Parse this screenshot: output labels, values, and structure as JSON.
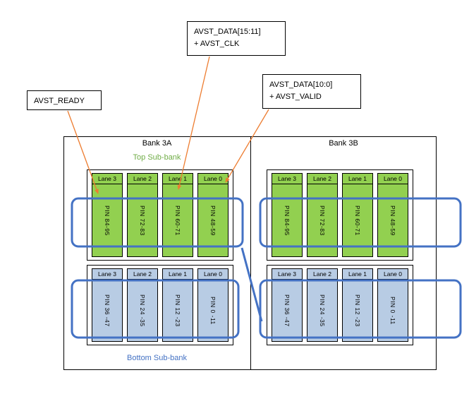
{
  "callouts": {
    "avst_data_hi": {
      "lines": [
        "AVST_DATA[15:11]",
        "+ AVST_CLK"
      ]
    },
    "avst_data_lo": {
      "lines": [
        "AVST_DATA[10:0]",
        "+ AVST_VALID"
      ]
    },
    "avst_ready": {
      "lines": [
        "AVST_READY"
      ]
    }
  },
  "banks": [
    {
      "name": "Bank 3A",
      "sub_bank_top_label": "Top Sub-bank",
      "sub_bank_bottom_label": "Bottom Sub-bank",
      "top_lanes": [
        {
          "name": "Lane 3",
          "pins": "PIN 84-95"
        },
        {
          "name": "Lane 2",
          "pins": "PIN 72-83"
        },
        {
          "name": "Lane 1",
          "pins": "PIN 60-71"
        },
        {
          "name": "Lane 0",
          "pins": "PIN 48-59"
        }
      ],
      "bottom_lanes": [
        {
          "name": "Lane 3",
          "pins": "PIN 36 -47"
        },
        {
          "name": "Lane 2",
          "pins": "PIN 24 -35"
        },
        {
          "name": "Lane 1",
          "pins": "PIN 12 -23"
        },
        {
          "name": "Lane 0",
          "pins": "PIN 0 -11"
        }
      ]
    },
    {
      "name": "Bank 3B",
      "top_lanes": [
        {
          "name": "Lane 3",
          "pins": "PIN 84-95"
        },
        {
          "name": "Lane 2",
          "pins": "PIN 72-83"
        },
        {
          "name": "Lane 1",
          "pins": "PIN 60-71"
        },
        {
          "name": "Lane 0",
          "pins": "PIN 48-59"
        }
      ],
      "bottom_lanes": [
        {
          "name": "Lane 3",
          "pins": "PIN 36 -47"
        },
        {
          "name": "Lane 2",
          "pins": "PIN 24 -35"
        },
        {
          "name": "Lane 1",
          "pins": "PIN 12 -23"
        },
        {
          "name": "Lane 0",
          "pins": "PIN 0 -11"
        }
      ]
    }
  ],
  "colors": {
    "lane_green": "#92D050",
    "lane_blue": "#B8CCE4",
    "route_blue": "#4472C4",
    "arrow_orange": "#ED7D31",
    "top_subbank_text": "#70AD47",
    "bottom_subbank_text": "#4472C4"
  }
}
